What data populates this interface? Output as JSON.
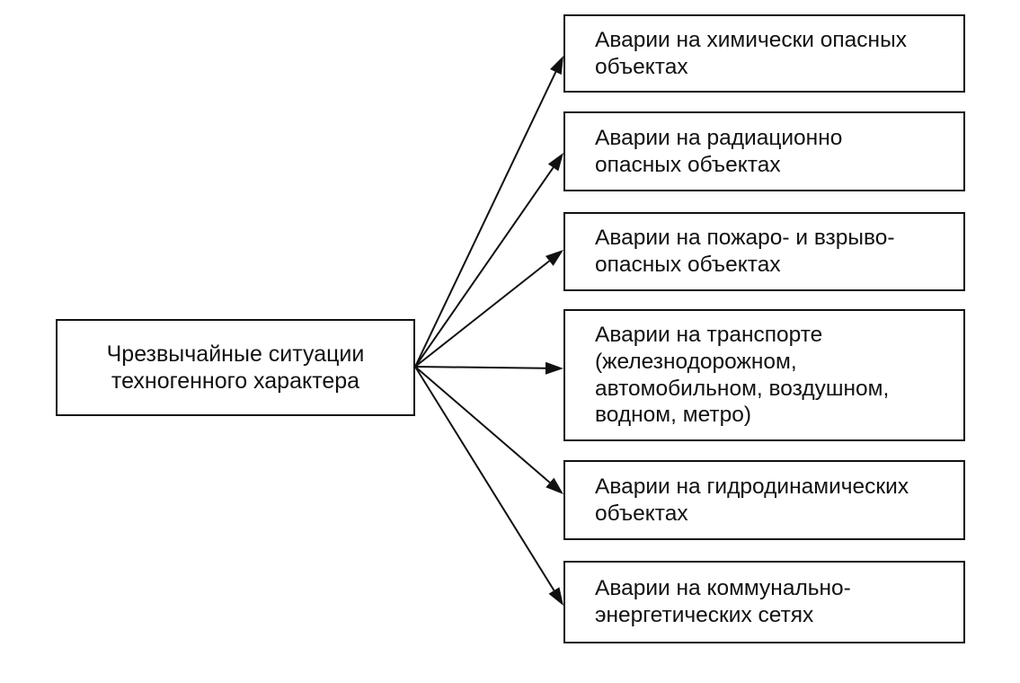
{
  "diagram": {
    "root": {
      "label": "Чрезвычайные ситуации\nтехногенного  характера"
    },
    "children": [
      {
        "label": "Аварии на химически опасных\nобъектах"
      },
      {
        "label": "Аварии на радиационно\nопасных объектах"
      },
      {
        "label": "Аварии на пожаро- и взрыво-\nопасных объектах"
      },
      {
        "label": "Аварии на транспорте\n(железнодорожном,\nавтомобильном, воздушном,\nводном, метро)"
      },
      {
        "label": "Аварии на гидродинамических\nобъектах"
      },
      {
        "label": "Аварии на коммунально-\nэнергетических сетях"
      }
    ]
  }
}
